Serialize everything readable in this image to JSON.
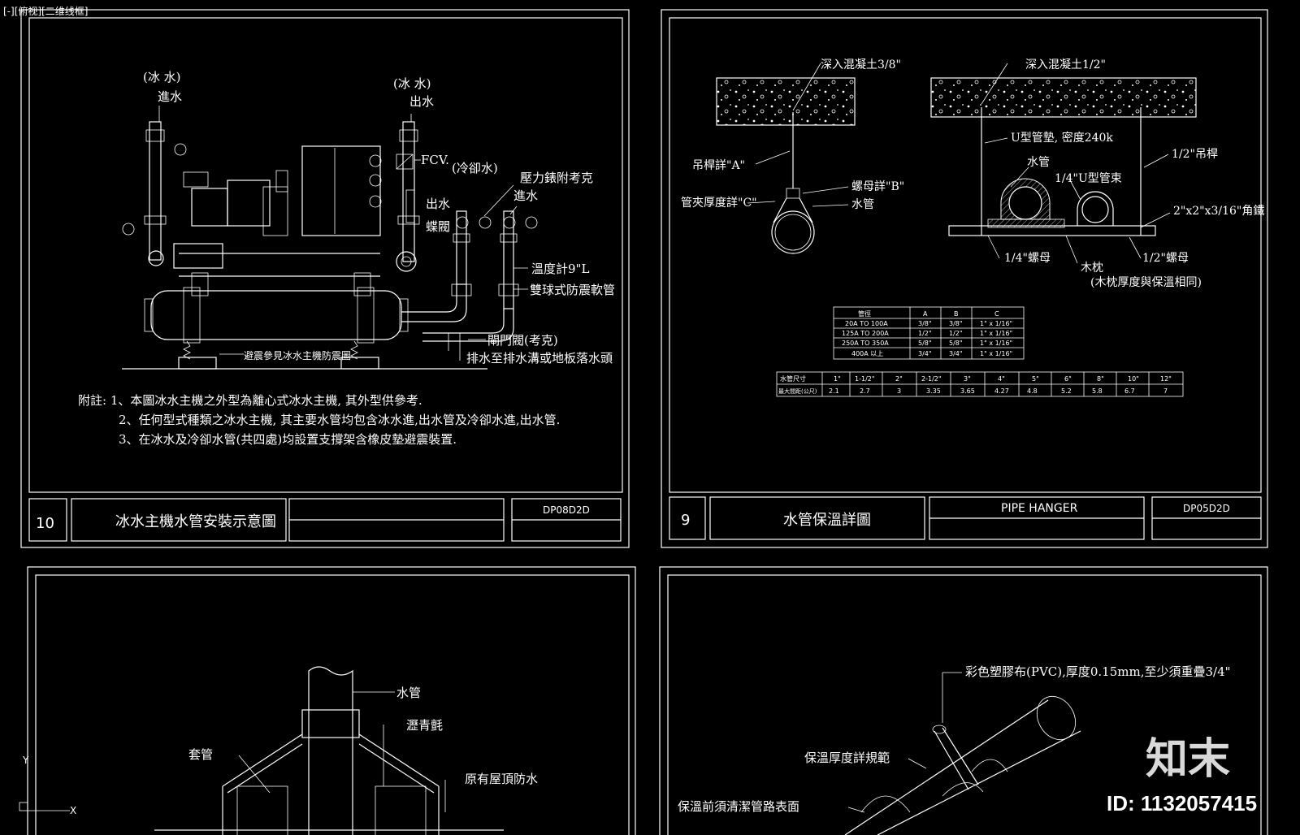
{
  "viewport": {
    "label": "[-][俯视][二维线框]"
  },
  "panel10": {
    "number": "10",
    "title": "冰水主機水管安裝示意圖",
    "code": "DP08D2D",
    "labels": {
      "in_top": "(冰 水)",
      "in_bot": "進水",
      "out_top": "(冰 水)",
      "out_bot": "出水",
      "fcv": "FCV.",
      "cooling": "(冷卻水)",
      "gauge": "壓力錶附考克",
      "in2": "進水",
      "out2": "出水",
      "valve": "蝶閥",
      "thermo": "溫度計9\"L",
      "flex": "雙球式防震軟管",
      "gate": "閘門閥(考克)",
      "drain": "排水至排水溝或地板落水頭",
      "antivib": "避震參見冰水主機防震圖"
    },
    "notes": [
      "附註: 1、本圖冰水主機之外型為離心式冰水主機, 其外型供參考.",
      "2、任何型式種類之冰水主機, 其主要水管均包含冰水進,出水管及冷卻水進,出水管.",
      "3、在冰水及冷卻水管(共四處)均設置支撐架含橡皮墊避震裝置."
    ]
  },
  "panel9": {
    "number": "9",
    "title": "水管保溫詳圖",
    "subtitle": "PIPE HANGER",
    "code": "DP05D2D",
    "labels": {
      "embed1": "深入混凝土3/8\"",
      "embed2": "深入混凝土1/2\"",
      "rodA": "吊桿詳\"A\"",
      "clampC": "管夾厚度詳\"C\"",
      "nutB": "螺母詳\"B\"",
      "pipe1": "水管",
      "upad": "U型管墊, 密度240k",
      "pipe2": "水管",
      "uclamp": "1/4\"U型管束",
      "rod": "1/2\"吊桿",
      "angle": "2\"x2\"x3/16\"角鐵",
      "nut14": "1/4\"螺母",
      "nut12": "1/2\"螺母",
      "block": "木枕",
      "blocknote": "(木枕厚度與保溫相同)"
    },
    "table1": {
      "headers": [
        "管徑",
        "A",
        "B",
        "C"
      ],
      "rows": [
        [
          "20A TO 100A",
          "3/8\"",
          "3/8\"",
          "1\" x 1/16\""
        ],
        [
          "125A TO 200A",
          "1/2\"",
          "1/2\"",
          "1\" x 1/16\""
        ],
        [
          "250A TO 350A",
          "5/8\"",
          "5/8\"",
          "1\" x 1/16\""
        ],
        [
          "400A 以上",
          "3/4\"",
          "3/4\"",
          "1\" x 1/16\""
        ]
      ]
    },
    "table2": {
      "row1": [
        "水管尺寸",
        "1\"",
        "1-1/2\"",
        "2\"",
        "2-1/2\"",
        "3\"",
        "4\"",
        "5\"",
        "6\"",
        "8\"",
        "10\"",
        "12\""
      ],
      "row2": [
        "最大間距(公尺)",
        "2.1",
        "2.7",
        "3",
        "3.35",
        "3.65",
        "4.27",
        "4.8",
        "5.2",
        "5.8",
        "6.7",
        "7"
      ]
    }
  },
  "panel_bl": {
    "labels": {
      "pipe": "水管",
      "felt": "瀝青氈",
      "sleeve": "套管",
      "roof": "原有屋頂防水"
    }
  },
  "panel_br": {
    "labels": {
      "pvc": "彩色塑膠布(PVC),厚度0.15mm,至少須重疊3/4\"",
      "thick": "保溫厚度詳規範",
      "clean": "保溫前須清潔管路表面"
    }
  },
  "ucs": {
    "y": "Y",
    "x": "X"
  },
  "watermark": {
    "brand": "知末",
    "id": "ID: 1132057415"
  }
}
